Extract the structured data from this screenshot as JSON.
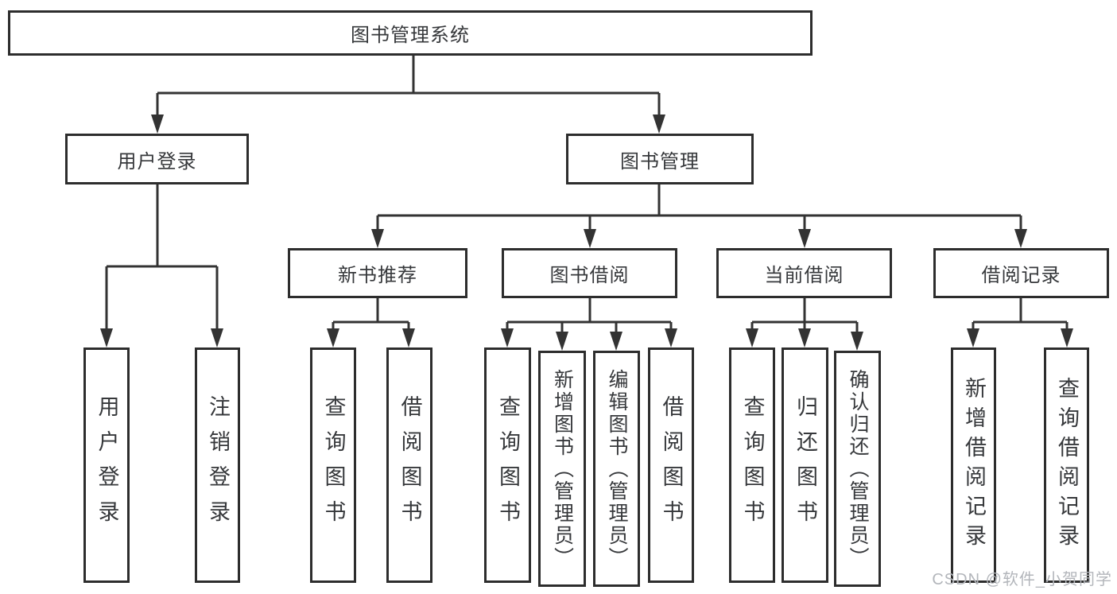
{
  "diagram": {
    "type": "hierarchy-tree",
    "colors": {
      "line": "#333333",
      "border": "#2d2d2d",
      "text": "#36383b",
      "background": "#ffffff",
      "watermark_text_color": "#b3b6bb"
    }
  },
  "tree": {
    "label": "图书管理系统",
    "children": [
      {
        "label": "用户登录",
        "children": [
          {
            "label": "用户登录"
          },
          {
            "label": "注销登录"
          }
        ]
      },
      {
        "label": "图书管理",
        "children": [
          {
            "label": "新书推荐",
            "children": [
              {
                "label": "查询图书"
              },
              {
                "label": "借阅图书"
              }
            ]
          },
          {
            "label": "图书借阅",
            "children": [
              {
                "label": "查询图书"
              },
              {
                "label": "新增图书（管理员）"
              },
              {
                "label": "编辑图书（管理员）"
              },
              {
                "label": "借阅图书"
              }
            ]
          },
          {
            "label": "当前借阅",
            "children": [
              {
                "label": "查询图书"
              },
              {
                "label": "归还图书"
              },
              {
                "label": "确认归还（管理员）"
              }
            ]
          },
          {
            "label": "借阅记录",
            "children": [
              {
                "label": "新增借阅记录"
              },
              {
                "label": "查询借阅记录"
              }
            ]
          }
        ]
      }
    ]
  },
  "watermark": {
    "text": "CSDN @软件_小贺同学"
  }
}
